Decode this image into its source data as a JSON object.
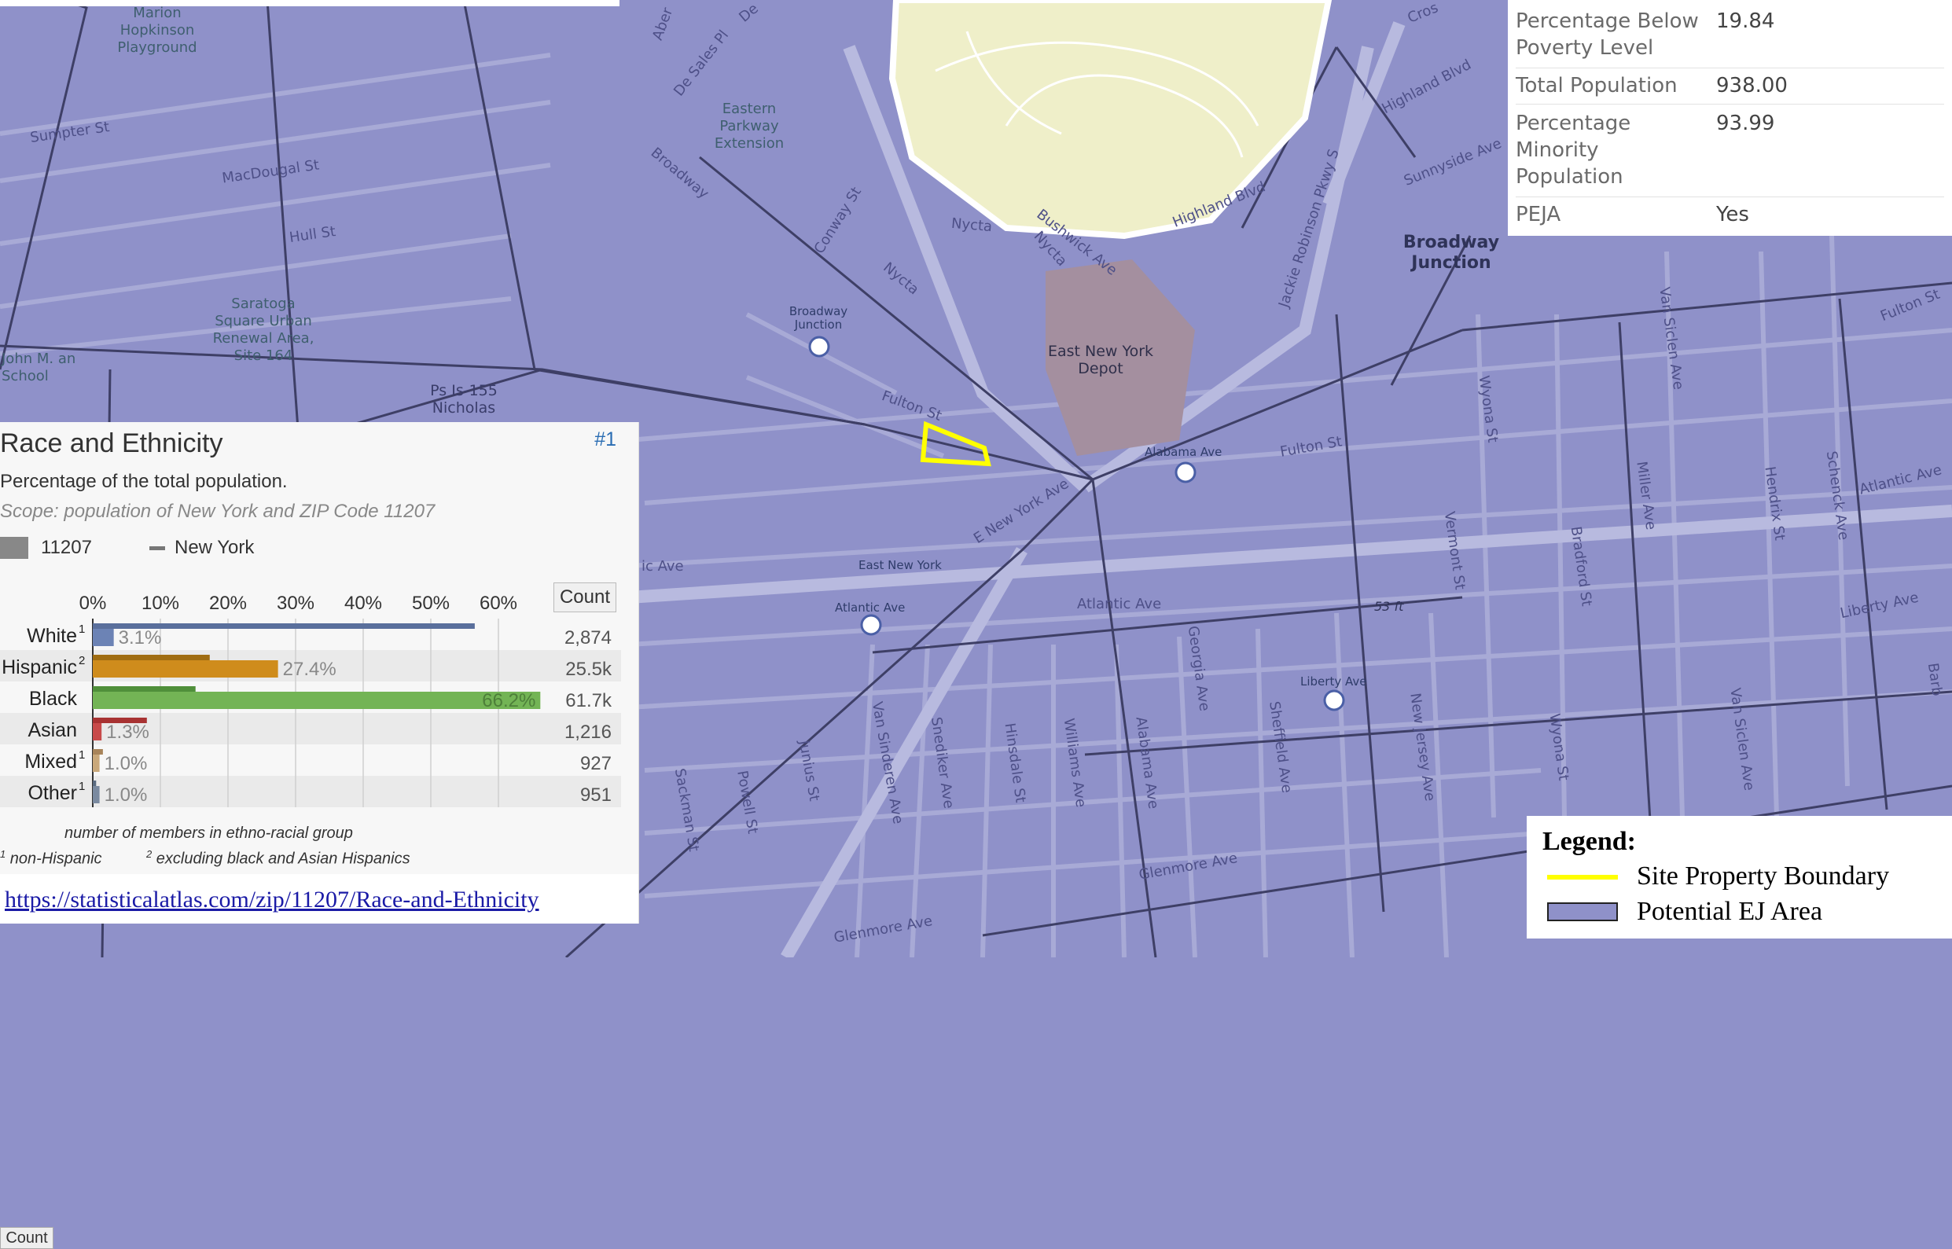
{
  "map": {
    "colors": {
      "ej_area": "#8f91c9",
      "street": "#a8aad6",
      "major_road": "#b8badf",
      "boundary": "#3e3f66",
      "park": "#efefc9",
      "depot": "#a48f9f",
      "site_boundary": "#ffff00"
    },
    "labels": {
      "marion_hopkinson": "Marion Hopkinson Playground",
      "sumpter_st": "Sumpter St",
      "macdougal_st": "MacDougal St",
      "hull_st": "Hull St",
      "saratoga": "Saratoga Square Urban Renewal Area, Site 164",
      "john_m_school": "John M. an School",
      "ps_is_155": "Ps Is-155 Nicholas",
      "eastern_parkway_ext": "Eastern Parkway Extension",
      "de_sales_pl": "De Sales Pl",
      "broadway": "Broadway",
      "conway_st": "Conway St",
      "nycta_1": "Nycta",
      "nycta_2": "Nycta",
      "nycta_3": "Nycta",
      "bushwick_ave": "Bushwick Ave",
      "highland_blvd": "Highland Blvd",
      "highland_blvd_2": "Highland Blvd",
      "jackie_robinson": "Jackie Robinson Pkwy S",
      "sunnyside_ave": "Sunnyside Ave",
      "broadway_junction": "Broadway Junction",
      "broadway_junction_station": "Broadway Junction",
      "east_new_york_depot": "East New York Depot",
      "fulton_st": "Fulton St",
      "fulton_st_2": "Fulton St",
      "fulton_st_3": "Fulton St",
      "alabama_ave_station": "Alabama Ave",
      "e_new_york_ave": "E New York Ave",
      "east_new_york_station": "East New York",
      "atlantic_ave_station": "Atlantic Ave",
      "atlantic_ave": "Atlantic Ave",
      "atlantic_ave_2": "Atlantic Ave",
      "atlantic_ave_left": "ic Ave",
      "elevation": "53 ft",
      "liberty_ave": "Liberty Ave",
      "liberty_ave_station": "Liberty Ave",
      "wyona_st": "Wyona St",
      "wyona_st_2": "Wyona St",
      "van_siclen_ave": "Van Siclen Ave",
      "van_siclen_ave_2": "Van Siclen Ave",
      "miller_ave": "Miller Ave",
      "hendrix_st": "Hendrix St",
      "schenck_ave": "Schenck Ave",
      "vermont_st": "Vermont St",
      "bradford_st": "Bradford St",
      "georgia_ave": "Georgia Ave",
      "sheffield_ave": "Sheffield Ave",
      "new_jersey_ave": "New Jersey Ave",
      "alabama_ave": "Alabama Ave",
      "williams_ave": "Williams Ave",
      "hinsdale_st": "Hinsdale St",
      "snediker_ave": "Snediker Ave",
      "van_sinderen_ave": "Van Sinderen Ave",
      "junius_st": "Junius St",
      "powell_st": "Powell St",
      "sackman_st": "Sackman St",
      "glenmore_ave": "Glenmore Ave",
      "glenmore_ave_2": "Glenmore Ave",
      "barbey": "Barb",
      "cross": "Cros",
      "aberdeen": "Aber",
      "de": "De"
    }
  },
  "info_card": {
    "rows": [
      {
        "key": "Percentage Below Poverty Level",
        "value": "19.84"
      },
      {
        "key": "Total Population",
        "value": "938.00"
      },
      {
        "key": "Percentage Minority Population",
        "value": "93.99"
      },
      {
        "key": "PEJA",
        "value": "Yes"
      }
    ]
  },
  "race_panel": {
    "title": "Race and Ethnicity",
    "rank": "#1",
    "subtitle": "Percentage of the total population.",
    "scope": "Scope: population of New York and ZIP Code 11207",
    "legend_zip": "11207",
    "legend_ny": "New York",
    "count_header": "Count",
    "footnote_count_box": "Count",
    "footnote_count_text": "number of members in ethno-racial group",
    "footnote_1": "non-Hispanic",
    "footnote_2": "excluding black and Asian Hispanics",
    "sup_1": "1",
    "sup_2": "2",
    "source_url": "https://statisticalatlas.com/zip/11207/Race-and-Ethnicity"
  },
  "chart_data": {
    "type": "bar",
    "title": "Race and Ethnicity",
    "subtitle": "Percentage of the total population.",
    "x_ticks": [
      "0%",
      "10%",
      "20%",
      "30%",
      "40%",
      "50%",
      "60%"
    ],
    "xlim": [
      0,
      66.2
    ],
    "categories": [
      "White",
      "Hispanic",
      "Black",
      "Asian",
      "Mixed",
      "Other"
    ],
    "superscripts": [
      "1",
      "2",
      "",
      "",
      "1",
      "1"
    ],
    "series": [
      {
        "name": "11207",
        "values": [
          3.1,
          27.4,
          66.2,
          1.3,
          1.0,
          1.0
        ],
        "labels": [
          "3.1%",
          "27.4%",
          "66.2%",
          "1.3%",
          "1.0%",
          "1.0%"
        ]
      },
      {
        "name": "New York",
        "values": [
          56.5,
          17.3,
          15.2,
          8.0,
          1.5,
          0.5
        ]
      }
    ],
    "counts": [
      "2,874",
      "25.5k",
      "61.7k",
      "1,216",
      "927",
      "951"
    ],
    "colors": [
      "#6c83b5",
      "#cf8c1c",
      "#73b455",
      "#c84a4a",
      "#c9a87a",
      "#7a8aa0"
    ],
    "dark_colors": [
      "#5a6f9c",
      "#a06d12",
      "#4f8f3a",
      "#a83232",
      "#a8845a",
      "#596a80"
    ]
  },
  "legend": {
    "title": "Legend:",
    "site_boundary": "Site Property Boundary",
    "ej_area": "Potential EJ Area"
  }
}
